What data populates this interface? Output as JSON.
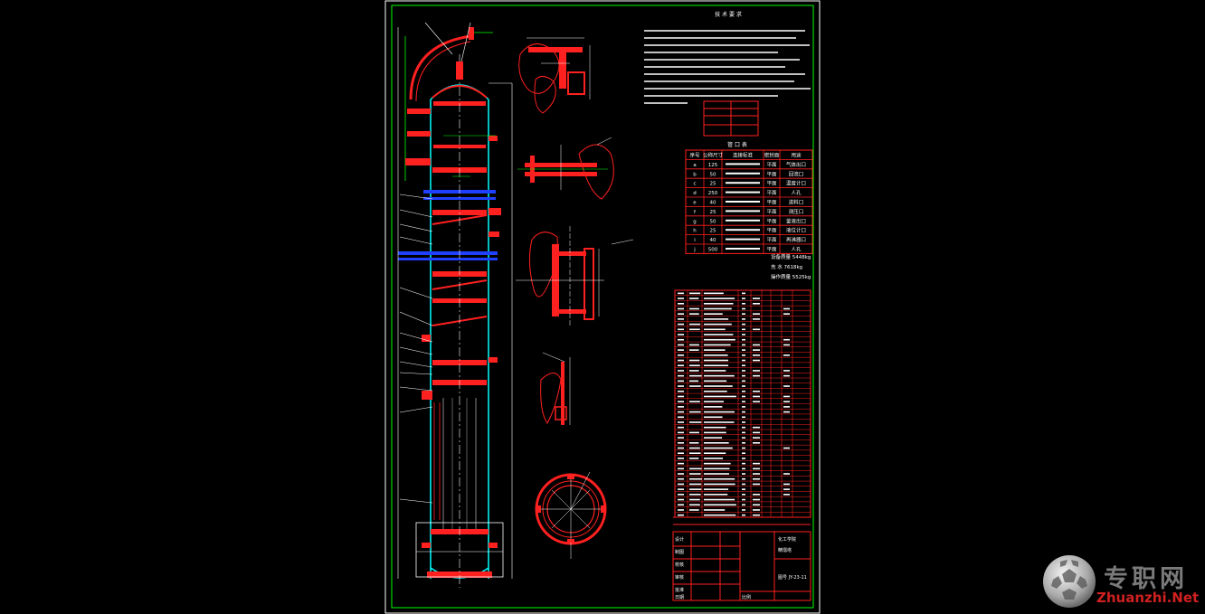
{
  "drawing": {
    "notes_title": "技 术 要 求",
    "nozzle_table_title": "管 口 表",
    "nozzle_table": {
      "headers": [
        "序号",
        "公称尺寸",
        "连接标准",
        "密封面",
        "用途"
      ],
      "rows": [
        [
          "a",
          "125",
          "",
          "平面",
          "气体出口"
        ],
        [
          "b",
          "50",
          "",
          "平面",
          "回流口"
        ],
        [
          "c",
          "25",
          "",
          "平面",
          "温度计口"
        ],
        [
          "d",
          "250",
          "",
          "平面",
          "人孔"
        ],
        [
          "e",
          "40",
          "",
          "平面",
          "进料口"
        ],
        [
          "f",
          "25",
          "",
          "平面",
          "测压口"
        ],
        [
          "g",
          "50",
          "",
          "平面",
          "釜液出口"
        ],
        [
          "h",
          "25",
          "",
          "平面",
          "液位计口"
        ],
        [
          "i",
          "40",
          "",
          "平面",
          "再沸器口"
        ],
        [
          "j",
          "500",
          "",
          "平面",
          "人孔"
        ]
      ]
    },
    "weights": [
      "设备质量 5448kg",
      "充 水 7618kg",
      "操作质量 5525kg"
    ],
    "title_block": {
      "labels": [
        "设计",
        "制图",
        "校核",
        "审核",
        "批准",
        "日期"
      ],
      "company": "化工学院",
      "product": "精馏塔",
      "drawing_no": "图号 JY-23-11",
      "scale": "比例"
    }
  },
  "watermark": {
    "chinese": "专职网",
    "latin": "Zhuanzhi.Net"
  }
}
